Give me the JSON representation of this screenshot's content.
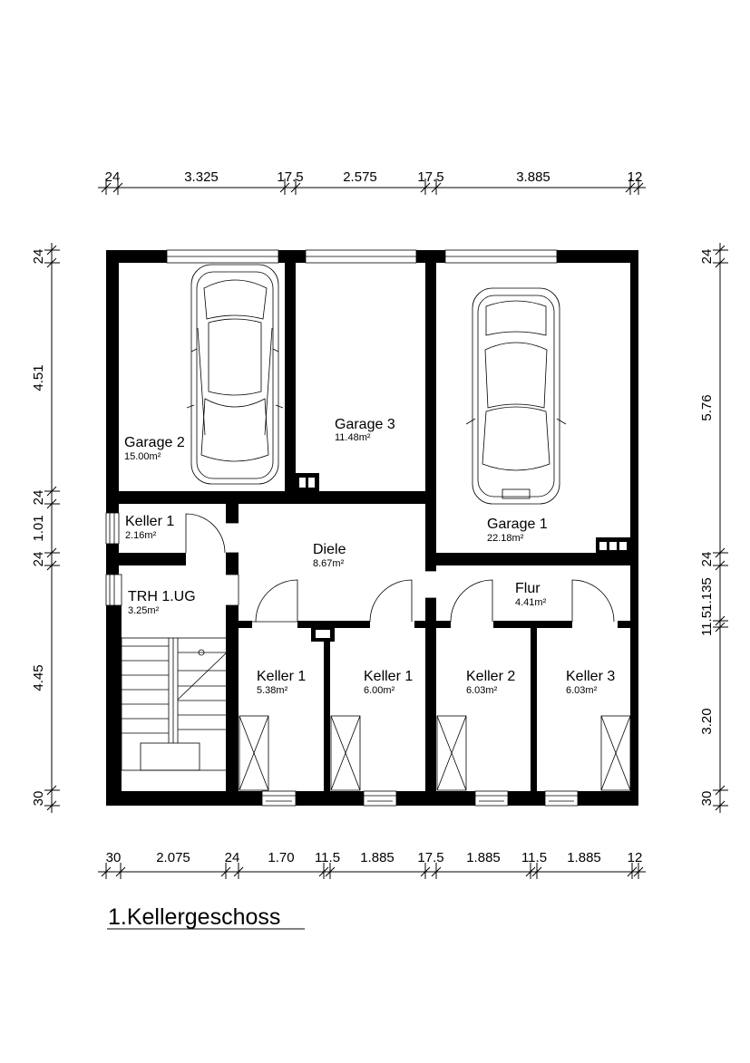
{
  "title": "1.Kellergeschoss",
  "dims": {
    "top": [
      "24",
      "3.325",
      "17.5",
      "2.575",
      "17.5",
      "3.885",
      "12"
    ],
    "bottom": [
      "30",
      "2.075",
      "24",
      "1.70",
      "11.5",
      "1.885",
      "17.5",
      "1.885",
      "11.5",
      "1.885",
      "12"
    ],
    "left": [
      "24",
      "4.51",
      "24",
      "1.01",
      "24",
      "4.45",
      "30"
    ],
    "right": [
      "24",
      "5.76",
      "24",
      "11.5",
      "1.135",
      "3.20",
      "30"
    ]
  },
  "rooms": {
    "garage2": {
      "name": "Garage 2",
      "area": "15.00m²"
    },
    "garage3": {
      "name": "Garage 3",
      "area": "11.48m²"
    },
    "garage1": {
      "name": "Garage 1",
      "area": "22.18m²"
    },
    "keller1_top": {
      "name": "Keller 1",
      "area": "2.16m²"
    },
    "trh": {
      "name": "TRH 1.UG",
      "area": "3.25m²"
    },
    "diele": {
      "name": "Diele",
      "area": "8.67m²"
    },
    "flur": {
      "name": "Flur",
      "area": "4.41m²"
    },
    "keller1_a": {
      "name": "Keller 1",
      "area": "5.38m²"
    },
    "keller1_b": {
      "name": "Keller 1",
      "area": "6.00m²"
    },
    "keller2": {
      "name": "Keller 2",
      "area": "6.03m²"
    },
    "keller3": {
      "name": "Keller 3",
      "area": "6.03m²"
    }
  }
}
